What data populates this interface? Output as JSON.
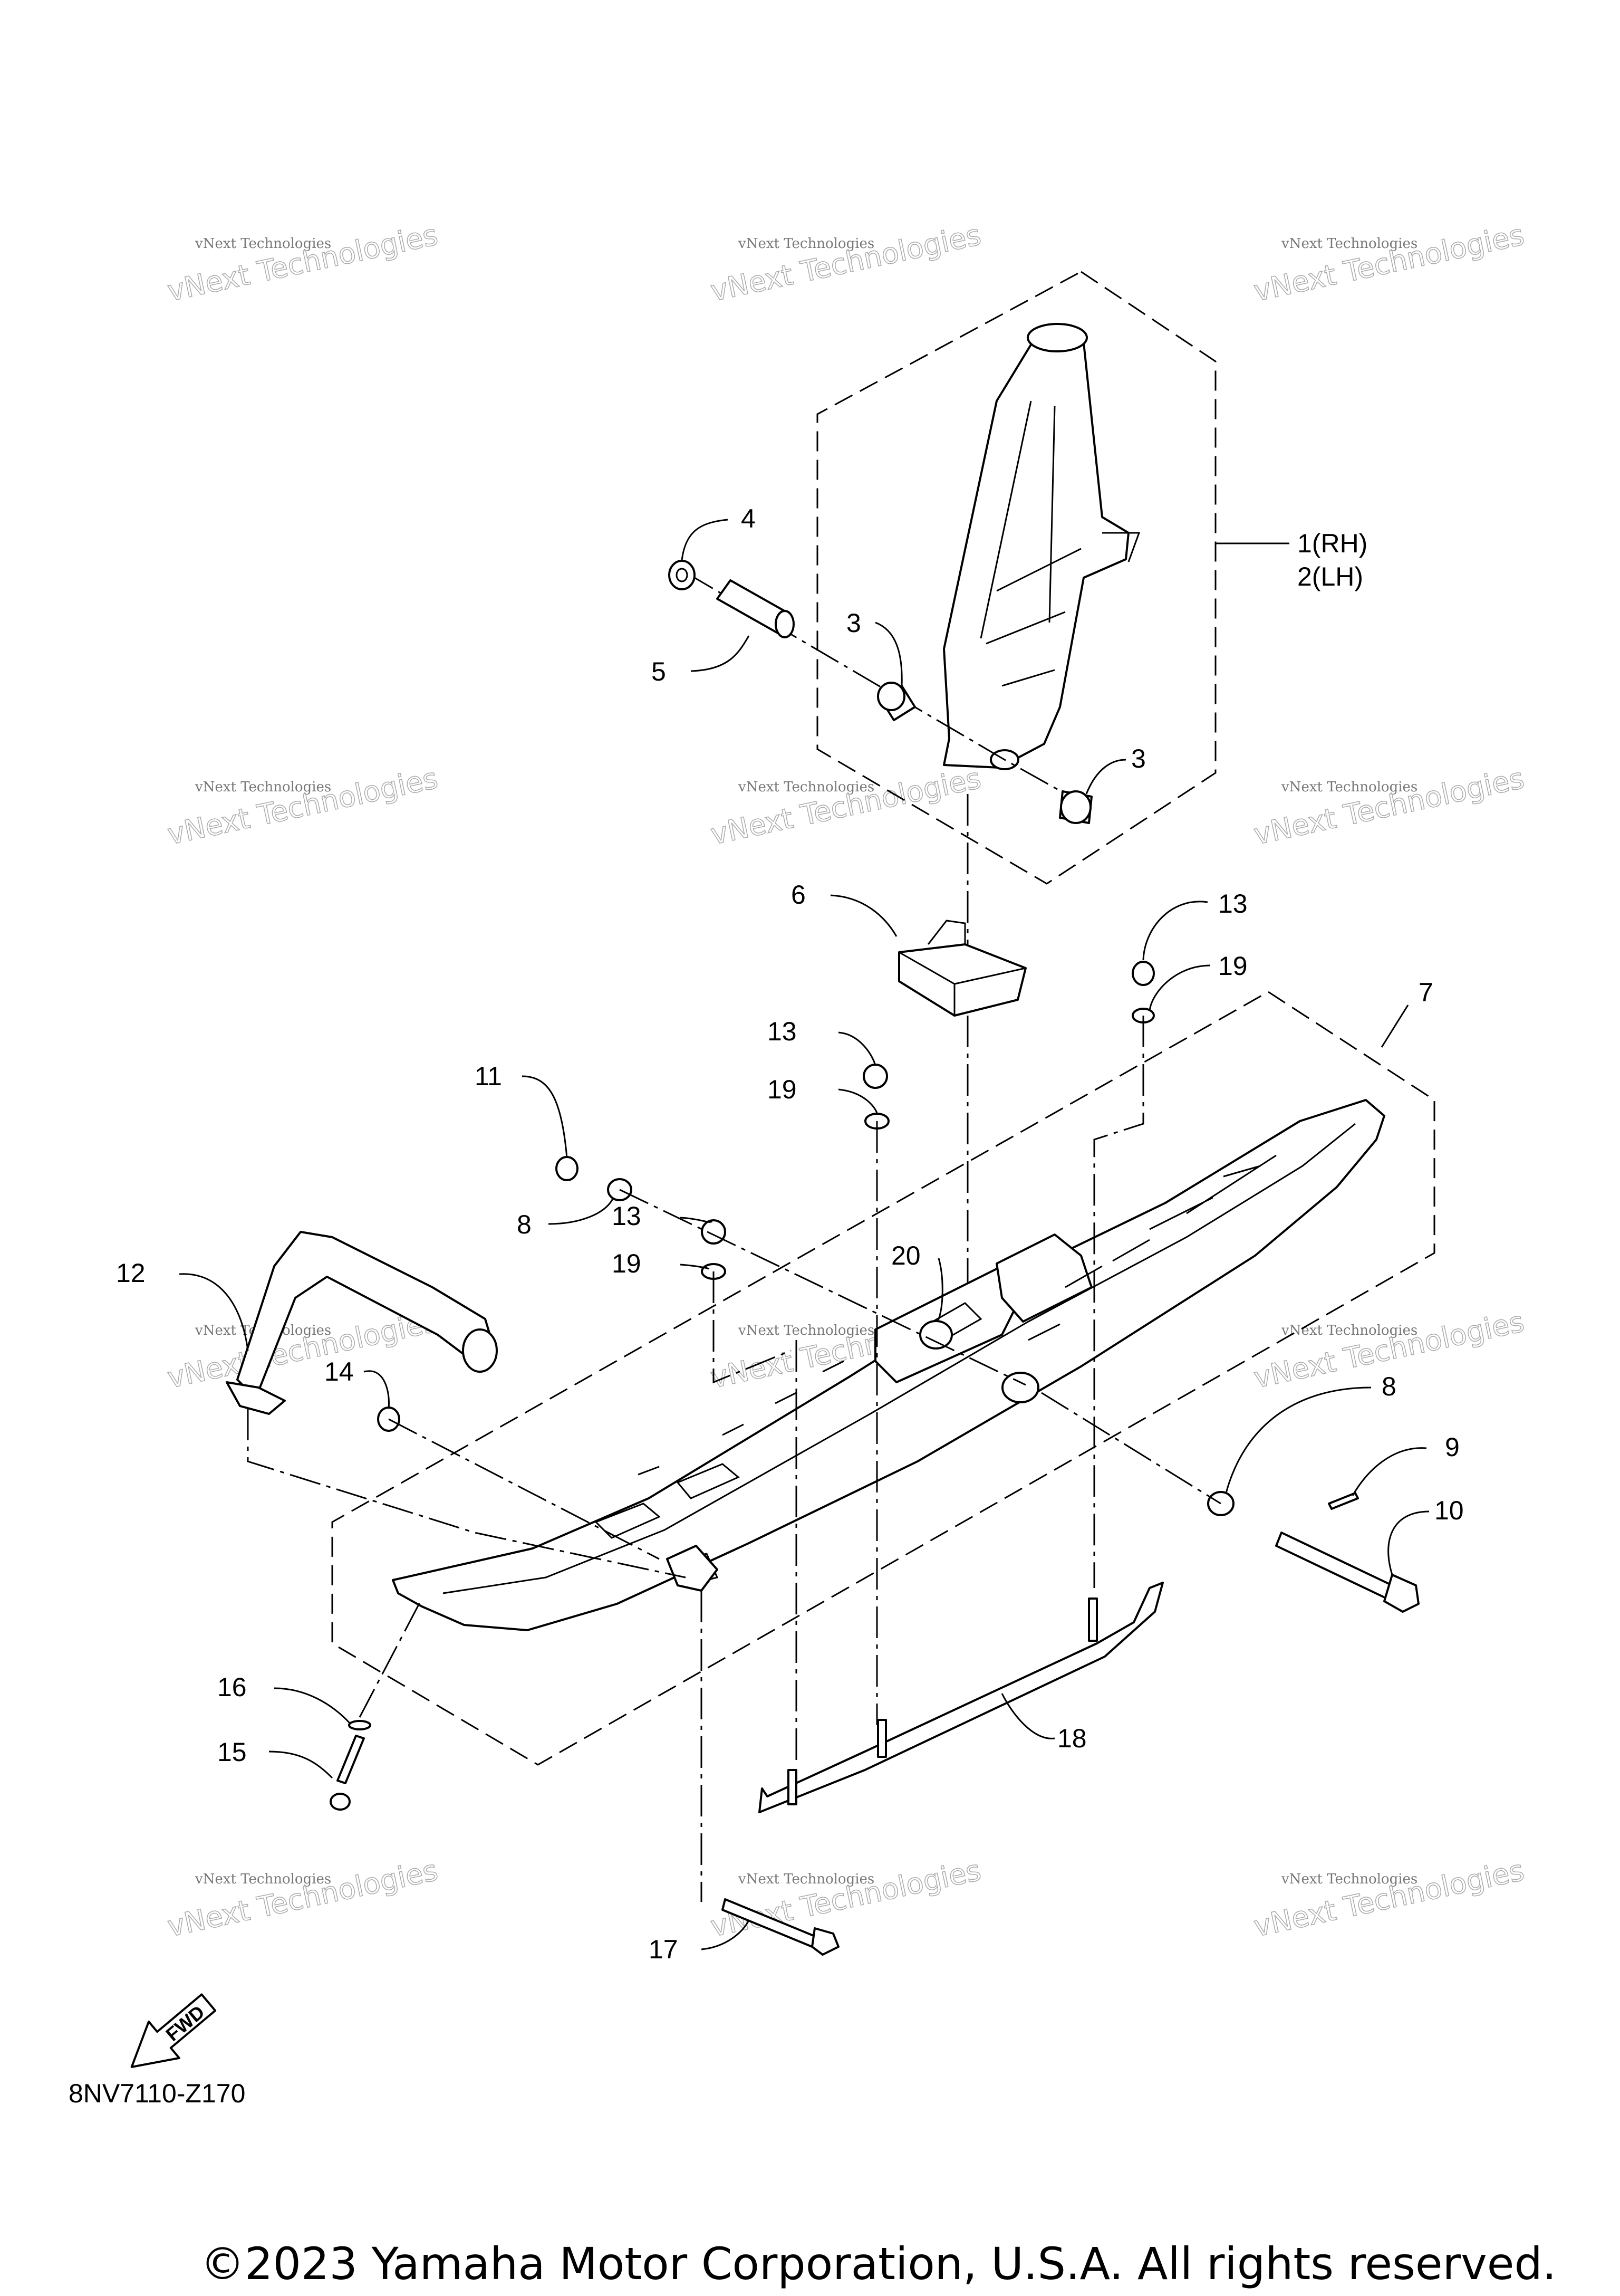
{
  "diagram_code": "8NV7110-Z170",
  "copyright": "©2023 Yamaha Motor Corporation, U.S.A. All rights reserved.",
  "fwd_label": "FWD",
  "watermark": {
    "line1": "vNext Technologies",
    "line2": "vNext Technologies"
  },
  "callouts": [
    "1(RH)",
    "2(LH)",
    "3",
    "3",
    "4",
    "5",
    "6",
    "7",
    "8",
    "8",
    "9",
    "10",
    "11",
    "12",
    "13",
    "13",
    "13",
    "14",
    "15",
    "16",
    "17",
    "18",
    "19",
    "19",
    "19",
    "20"
  ]
}
